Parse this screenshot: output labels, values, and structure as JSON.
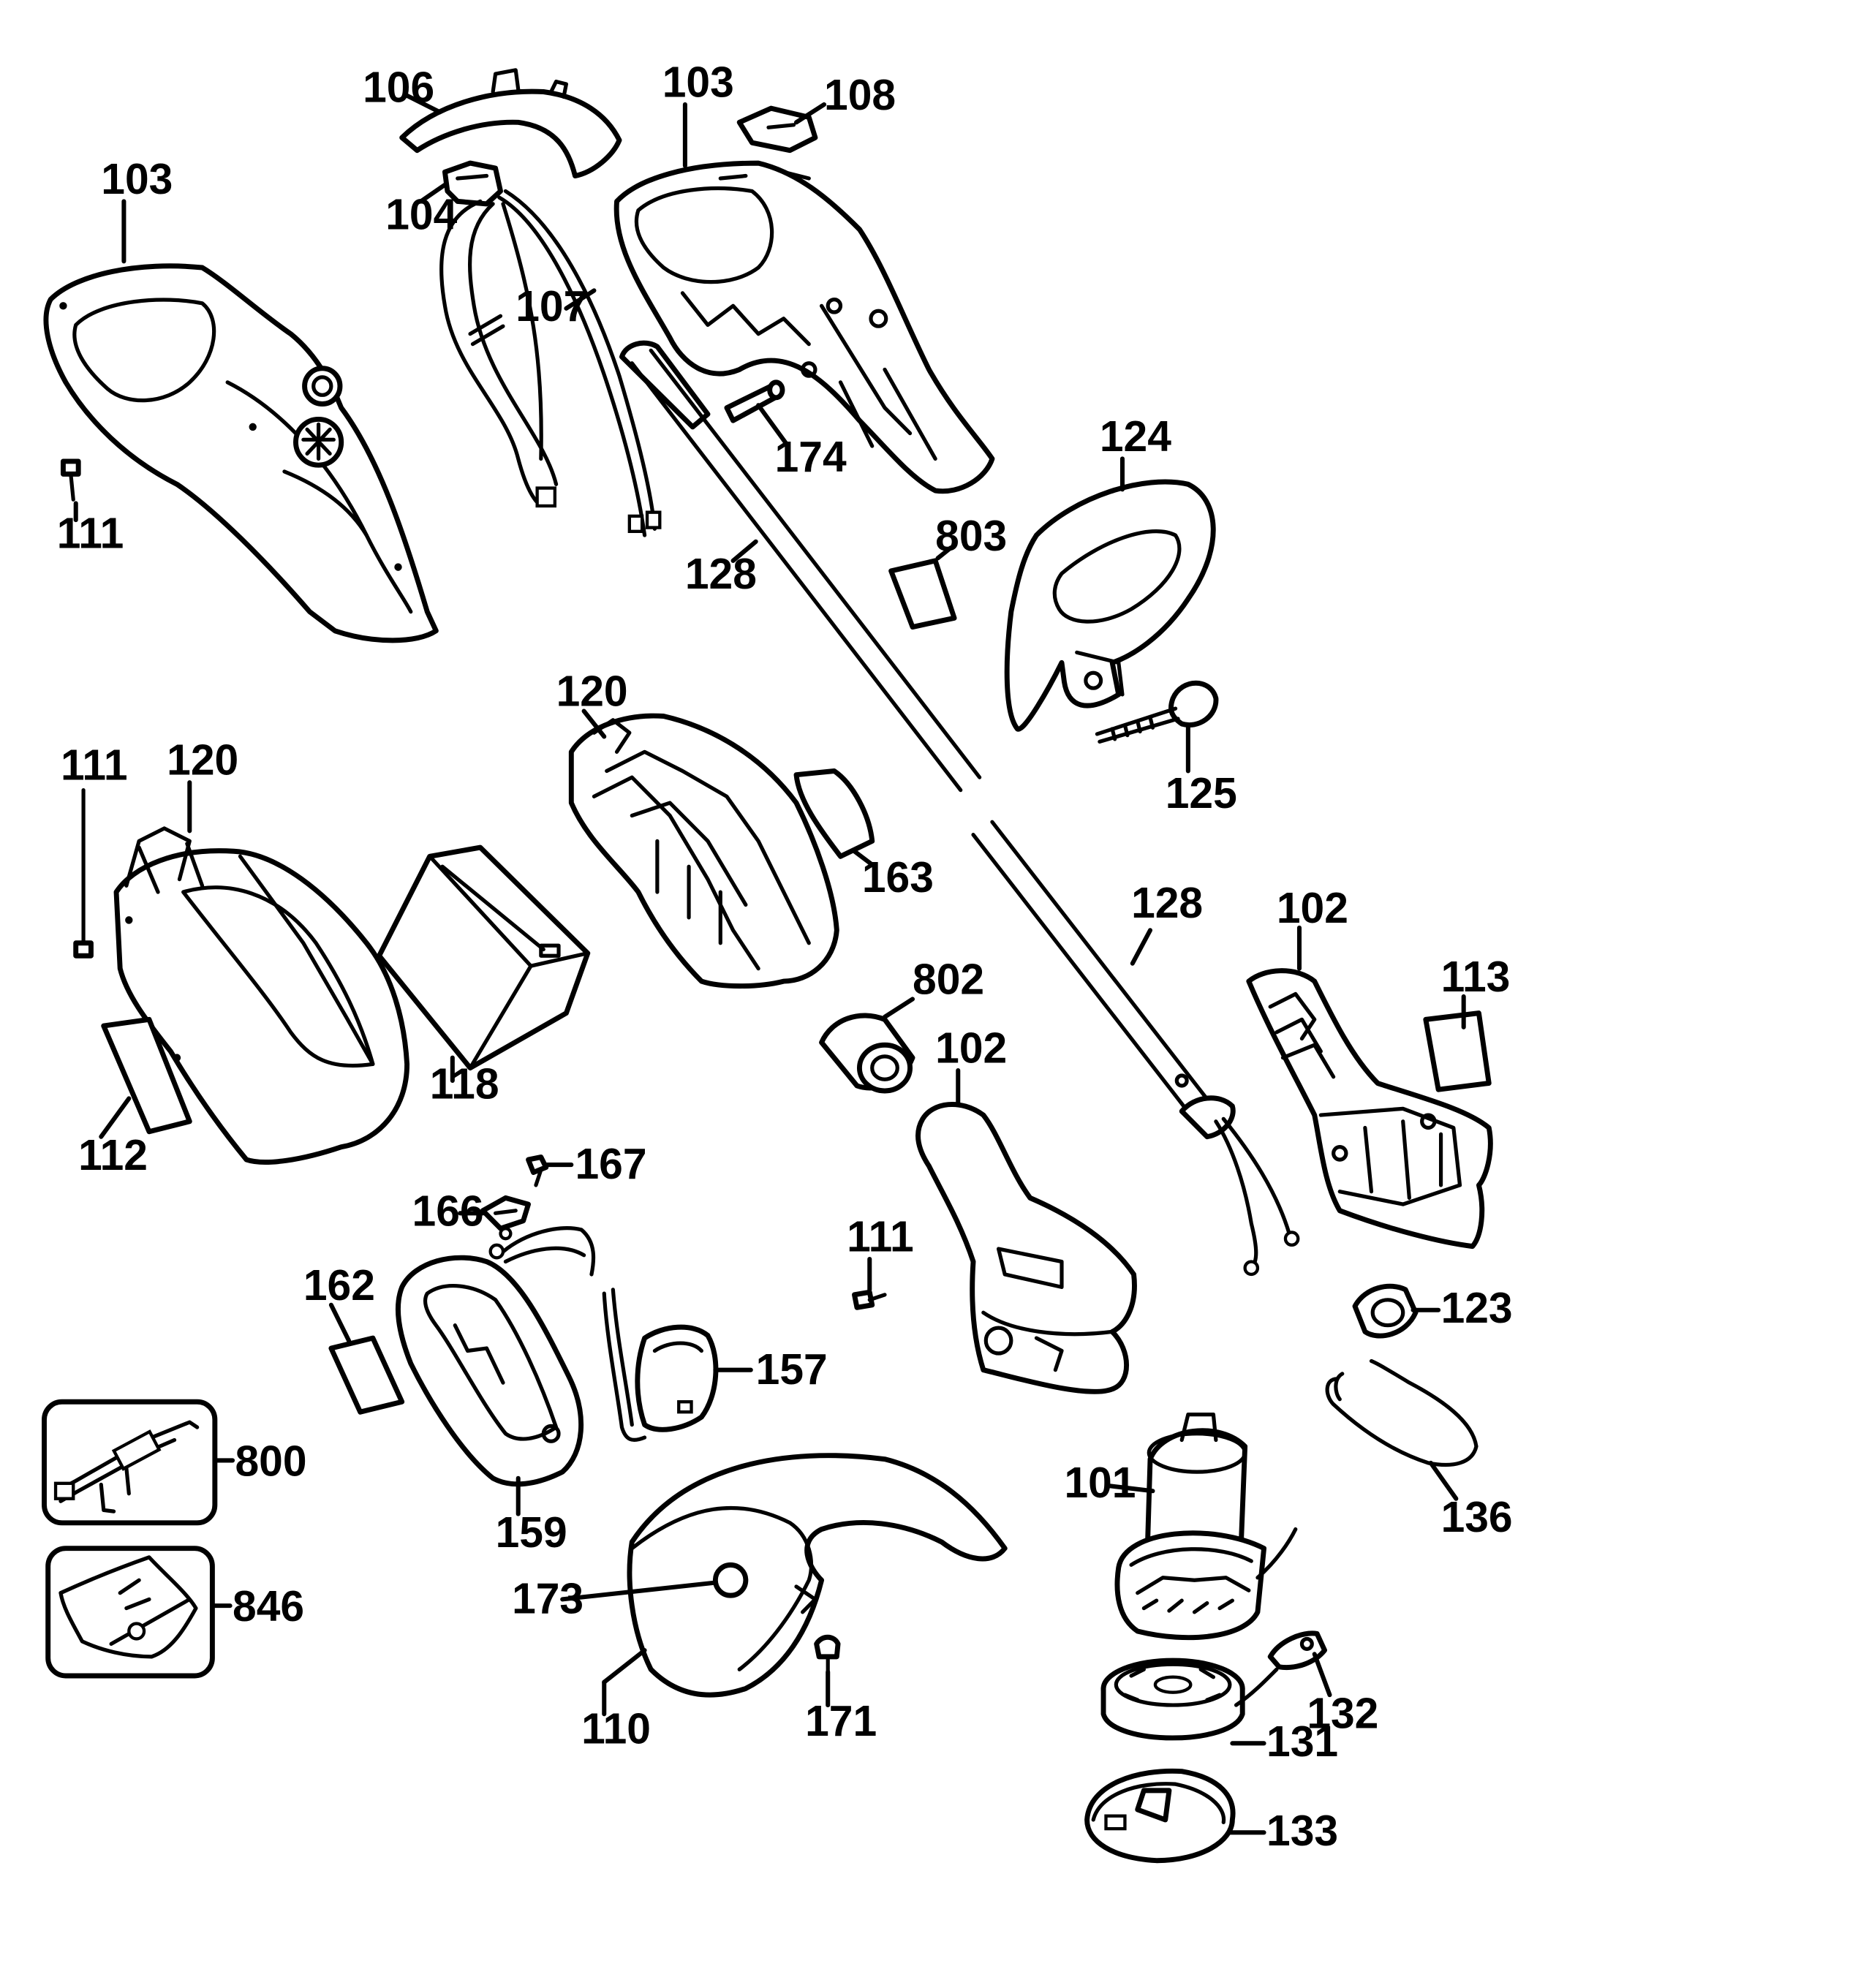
{
  "labels": {
    "l106": "106",
    "l103a": "103",
    "l108": "108",
    "l103b": "103",
    "l104": "104",
    "l107": "107",
    "l174": "174",
    "l124": "124",
    "l111a": "111",
    "l803": "803",
    "l128a": "128",
    "l120a": "120",
    "l111b": "111",
    "l120b": "120",
    "l125": "125",
    "l163": "163",
    "l128b": "128",
    "l102a": "102",
    "l802": "802",
    "l113": "113",
    "l102b": "102",
    "l118": "118",
    "l112": "112",
    "l167": "167",
    "l166": "166",
    "l111c": "111",
    "l162": "162",
    "l123": "123",
    "l157": "157",
    "l800": "800",
    "l101": "101",
    "l136": "136",
    "l159": "159",
    "l846": "846",
    "l173": "173",
    "l132": "132",
    "l110": "110",
    "l171": "171",
    "l131": "131",
    "l133": "133"
  }
}
